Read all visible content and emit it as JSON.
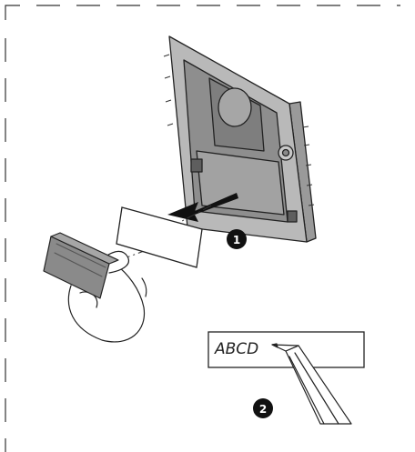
{
  "label_card": {
    "text": "ABCD"
  },
  "steps": [
    {
      "number": "1"
    },
    {
      "number": "2"
    }
  ]
}
